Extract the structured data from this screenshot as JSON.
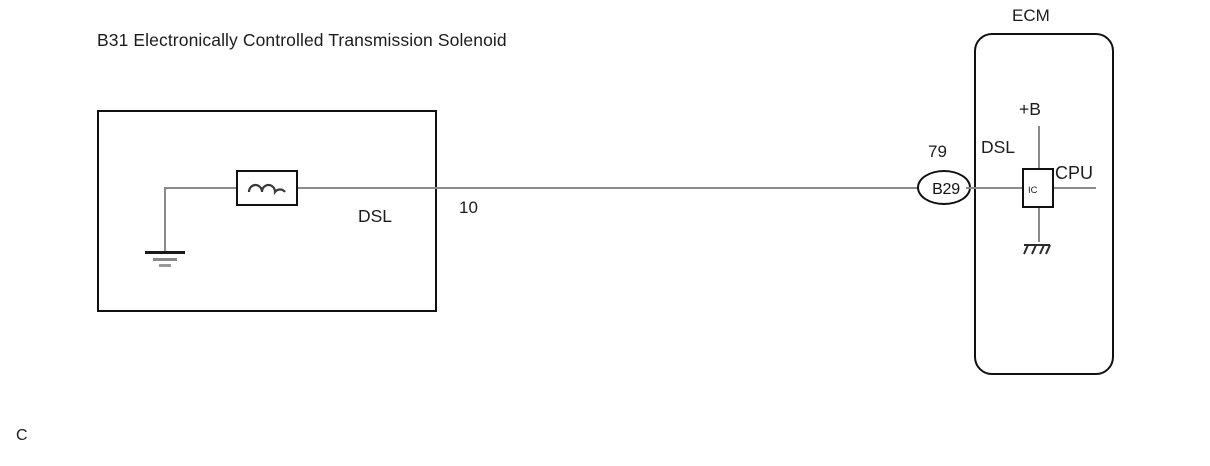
{
  "diagram": {
    "type": "automotive-wiring-diagram",
    "title": "B31 Electronically Controlled Transmission Solenoid",
    "page_letter": "C",
    "component": {
      "name_label": "B31 Electronically Controlled Transmission Solenoid",
      "terminal_label": "DSL",
      "symbol": "solenoid-coil",
      "ground": "chassis-ground"
    },
    "wire": {
      "number": "10",
      "color_hex": "#8a8a8a"
    },
    "connector": {
      "id": "B29",
      "pin_number": "79"
    },
    "ecm": {
      "title": "ECM",
      "terminal_label": "DSL",
      "power_label": "+B",
      "chip_label": "IC",
      "cpu_label": "CPU"
    },
    "colors": {
      "line": "#111111",
      "wire": "#8a8a8a",
      "text": "#1c1c1c",
      "background": "#ffffff"
    }
  }
}
